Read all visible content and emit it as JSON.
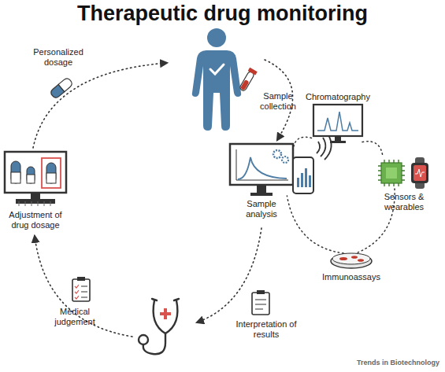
{
  "diagram": {
    "title": "Therapeutic drug monitoring",
    "nodes": [
      {
        "text": [
          "Sample analysis"
        ]
      },
      {
        "text": [
          "Chromatography"
        ]
      },
      {
        "text": [
          "Sensors & wearables"
        ]
      },
      {
        "text": [
          "Immunoassays"
        ]
      },
      {
        "text": [
          "Adjustment of drug dosage"
        ]
      }
    ],
    "edges": [
      {
        "from": 0,
        "to": 1,
        "arrow": "none"
      },
      {
        "from": 1,
        "to": 2,
        "arrow": "none"
      },
      {
        "from": 2,
        "to": 3,
        "arrow": "none"
      },
      {
        "from": 3,
        "to": 0,
        "arrow": "none"
      }
    ],
    "labels": [
      "Personalized dosage",
      "Sample collection",
      "Interpretation of results",
      "Medical judgement",
      "Trends in Biotechnology"
    ]
  }
}
